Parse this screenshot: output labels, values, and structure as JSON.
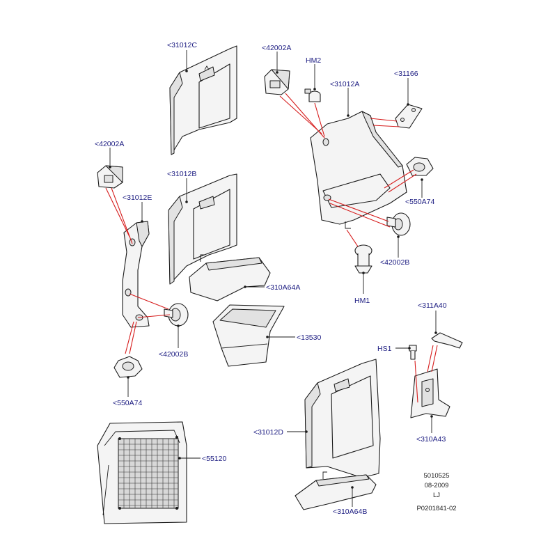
{
  "diagram": {
    "callouts": {
      "c31012C": "<31012C",
      "c42002A_top": "<42002A",
      "cHM2": "HM2",
      "c31012A": "<31012A",
      "c31166": "<31166",
      "c42002A_left": "<42002A",
      "c31012B": "<31012B",
      "c31012E": "<31012E",
      "c550A74_right": "<550A74",
      "c42002B_right": "<42002B",
      "c310A64A": "<310A64A",
      "cHM1": "HM1",
      "c311A40": "<311A40",
      "c42002B_left": "<42002B",
      "c13530": "<13530",
      "cHS1": "HS1",
      "c550A74_left": "<550A74",
      "c31012D": "<31012D",
      "c310A43": "<310A43",
      "c55120": "<55120",
      "c310A64B": "<310A64B"
    },
    "ref_block": {
      "line1": "5010525",
      "line2": "08-2009",
      "line3": "LJ",
      "line4": "P0201841-02"
    },
    "colors": {
      "callout_text": "#1a1a80",
      "highlight_line": "#d61c1c",
      "outline": "#1a1a1a",
      "panel_fill": "#f4f4f4"
    }
  }
}
